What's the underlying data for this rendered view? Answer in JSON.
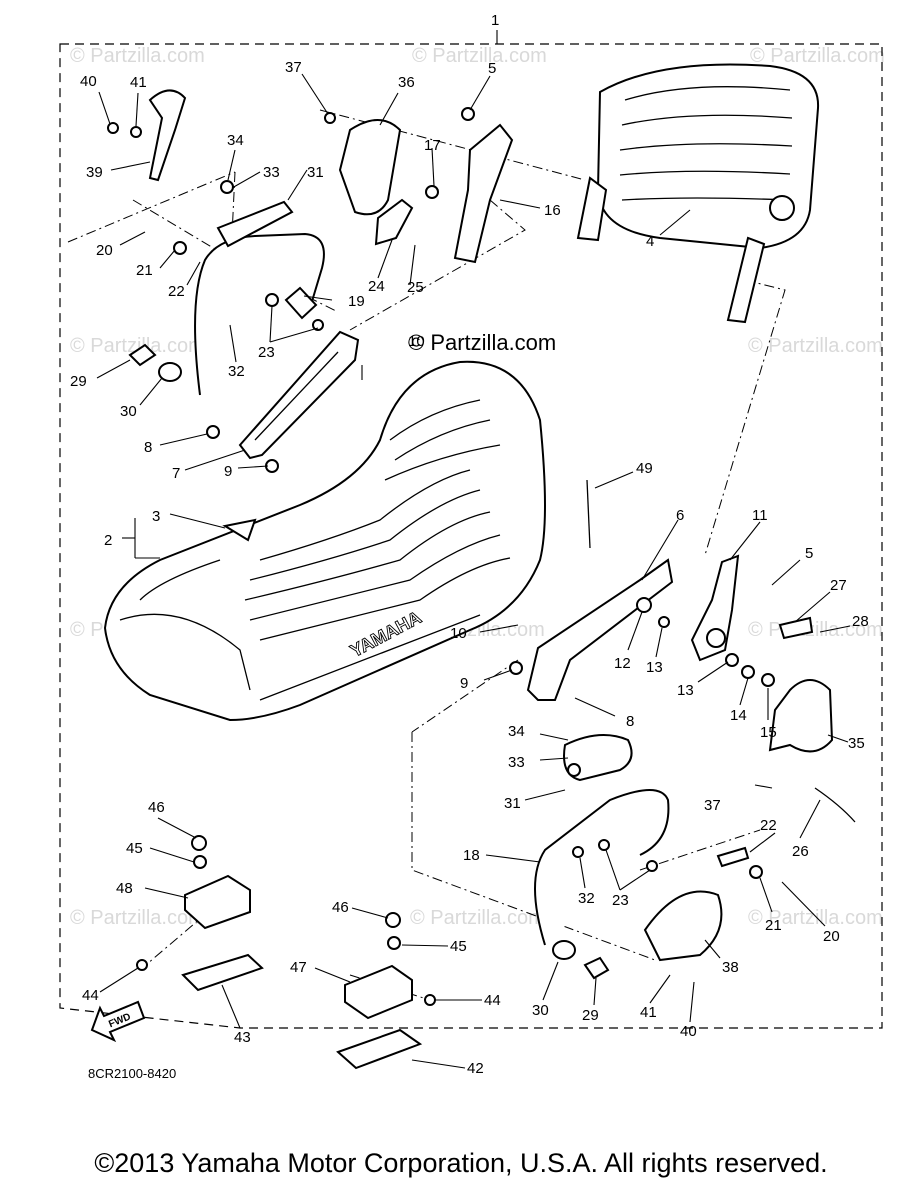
{
  "diagram": {
    "watermark": "© Partzilla.com",
    "callouts": [
      {
        "id": "c1",
        "text": "1"
      },
      {
        "id": "c40a",
        "text": "40"
      },
      {
        "id": "c41a",
        "text": "41"
      },
      {
        "id": "c39",
        "text": "39"
      },
      {
        "id": "c37a",
        "text": "37"
      },
      {
        "id": "c36",
        "text": "36"
      },
      {
        "id": "c5a",
        "text": "5"
      },
      {
        "id": "c34a",
        "text": "34"
      },
      {
        "id": "c33a",
        "text": "33"
      },
      {
        "id": "c31a",
        "text": "31"
      },
      {
        "id": "c17",
        "text": "17"
      },
      {
        "id": "c16",
        "text": "16"
      },
      {
        "id": "c4",
        "text": "4"
      },
      {
        "id": "c20a",
        "text": "20"
      },
      {
        "id": "c21a",
        "text": "21"
      },
      {
        "id": "c22a",
        "text": "22"
      },
      {
        "id": "c19",
        "text": "19"
      },
      {
        "id": "c24",
        "text": "24"
      },
      {
        "id": "c25",
        "text": "25"
      },
      {
        "id": "c23a",
        "text": "23"
      },
      {
        "id": "c32a",
        "text": "32"
      },
      {
        "id": "c29a",
        "text": "29"
      },
      {
        "id": "c30a",
        "text": "30"
      },
      {
        "id": "c10a",
        "text": "10"
      },
      {
        "id": "c8a",
        "text": "8"
      },
      {
        "id": "c7",
        "text": "7"
      },
      {
        "id": "c9a",
        "text": "9"
      },
      {
        "id": "c3",
        "text": "3"
      },
      {
        "id": "c2",
        "text": "2"
      },
      {
        "id": "c49",
        "text": "49"
      },
      {
        "id": "c6",
        "text": "6"
      },
      {
        "id": "c11",
        "text": "11"
      },
      {
        "id": "c5b",
        "text": "5"
      },
      {
        "id": "c27",
        "text": "27"
      },
      {
        "id": "c28",
        "text": "28"
      },
      {
        "id": "c10b",
        "text": "10"
      },
      {
        "id": "c12",
        "text": "12"
      },
      {
        "id": "c13a",
        "text": "13"
      },
      {
        "id": "c13b",
        "text": "13"
      },
      {
        "id": "c14",
        "text": "14"
      },
      {
        "id": "c15",
        "text": "15"
      },
      {
        "id": "c35",
        "text": "35"
      },
      {
        "id": "c9b",
        "text": "9"
      },
      {
        "id": "c8b",
        "text": "8"
      },
      {
        "id": "c34b",
        "text": "34"
      },
      {
        "id": "c33b",
        "text": "33"
      },
      {
        "id": "c31b",
        "text": "31"
      },
      {
        "id": "c37b",
        "text": "37"
      },
      {
        "id": "c22b",
        "text": "22"
      },
      {
        "id": "c26",
        "text": "26"
      },
      {
        "id": "c18",
        "text": "18"
      },
      {
        "id": "c32b",
        "text": "32"
      },
      {
        "id": "c23b",
        "text": "23"
      },
      {
        "id": "c21b",
        "text": "21"
      },
      {
        "id": "c20b",
        "text": "20"
      },
      {
        "id": "c46a",
        "text": "46"
      },
      {
        "id": "c45a",
        "text": "45"
      },
      {
        "id": "c48",
        "text": "48"
      },
      {
        "id": "c44a",
        "text": "44"
      },
      {
        "id": "c43",
        "text": "43"
      },
      {
        "id": "c46b",
        "text": "46"
      },
      {
        "id": "c45b",
        "text": "45"
      },
      {
        "id": "c47",
        "text": "47"
      },
      {
        "id": "c44b",
        "text": "44"
      },
      {
        "id": "c42",
        "text": "42"
      },
      {
        "id": "c30b",
        "text": "30"
      },
      {
        "id": "c29b",
        "text": "29"
      },
      {
        "id": "c41b",
        "text": "41"
      },
      {
        "id": "c40b",
        "text": "40"
      },
      {
        "id": "c38",
        "text": "38"
      }
    ],
    "seat_brand": "YAMAHA",
    "fwd_label": "FWD",
    "drawing_code": "8CR2100-8420",
    "copyright": "©2013 Yamaha Motor Corporation, U.S.A. All rights reserved."
  }
}
